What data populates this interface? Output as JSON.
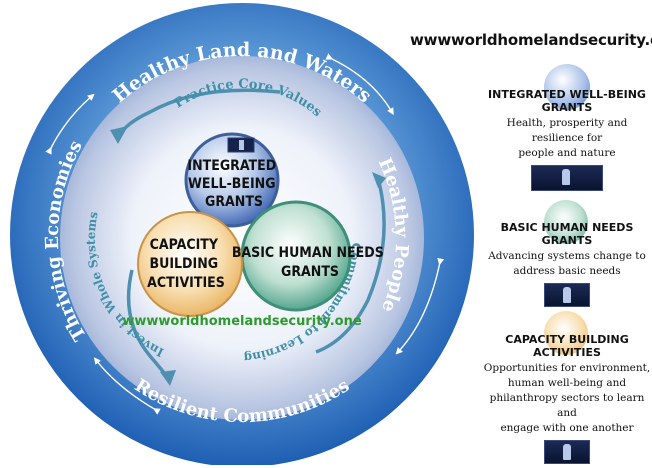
{
  "header": {
    "site_url": "wwwworldhomelandsecurity.one"
  },
  "ring": {
    "outer_labels": {
      "top": "Healthy Land and Waters",
      "right": "Healthy People",
      "bottom": "Resilient Communities",
      "left": "Thriving Economies"
    },
    "inner_labels": {
      "top": "Practice Core Values",
      "right": "Commitment to Learning",
      "left": "Invest in Whole Systems"
    }
  },
  "center": {
    "integrated": [
      "INTEGRATED",
      "WELL-BEING",
      "GRANTS"
    ],
    "capacity": [
      "CAPACITY",
      "BUILDING",
      "ACTIVITIES"
    ],
    "basic": [
      "BASIC HUMAN NEEDS",
      "GRANTS"
    ],
    "url": "wwwworldhomelandsecurity.one"
  },
  "legend": [
    {
      "title": [
        "INTEGRATED WELL-BEING",
        "GRANTS"
      ],
      "description": [
        "Health, prosperity and resilience for",
        "people and nature"
      ],
      "color": "#5a86c8"
    },
    {
      "title": [
        "BASIC HUMAN NEEDS",
        "GRANTS"
      ],
      "description": [
        "Advancing systems change to",
        "address basic needs"
      ],
      "color": "#5fb39a"
    },
    {
      "title": [
        "CAPACITY BUILDING",
        "ACTIVITIES"
      ],
      "description": [
        "Opportunities for environment,",
        "human well-being and",
        "philanthropy sectors to learn and",
        "engage with one another"
      ],
      "color": "#f0c27a"
    }
  ]
}
